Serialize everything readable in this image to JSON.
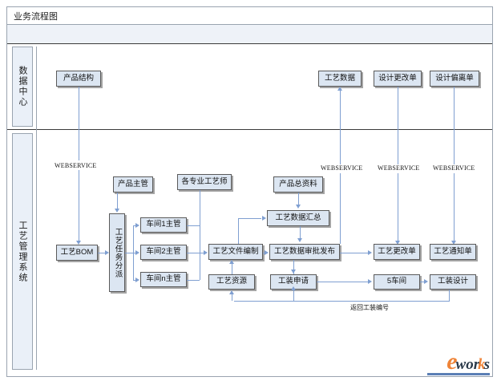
{
  "page": {
    "title": "业务流程图"
  },
  "lanes": [
    {
      "id": "data-center",
      "label": "数据中心"
    },
    {
      "id": "process-mgmt",
      "label": "工艺管理系统"
    }
  ],
  "webservice_labels": [
    {
      "id": "ws-1",
      "text": "WEBSERVICE"
    },
    {
      "id": "ws-2",
      "text": "WEBSERVICE"
    },
    {
      "id": "ws-3",
      "text": "WEBSERVICE"
    },
    {
      "id": "ws-4",
      "text": "WEBSERVICE"
    }
  ],
  "nodes": {
    "product_structure": "产品结构",
    "process_data": "工艺数据",
    "design_change_order": "设计更改单",
    "design_deviation_order": "设计偏离单",
    "product_supervisor": "产品主管",
    "specialist_engineers": "各专业工艺师",
    "product_master_data": "产品总资料",
    "process_bom": "工艺BOM",
    "task_dispatch": "工艺任务分派",
    "workshop1_supervisor": "车间1主管",
    "workshop2_supervisor": "车间2主管",
    "workshopn_supervisor": "车间n主管",
    "process_doc_prepare": "工艺文件编制",
    "process_data_summary": "工艺数据汇总",
    "process_data_approve_release": "工艺数据审批发布",
    "process_change_order": "工艺更改单",
    "process_notice_order": "工艺通知单",
    "process_resource": "工艺资源",
    "tooling_request": "工装申请",
    "workshop5": "5车间",
    "tooling_design": "工装设计"
  },
  "annotations": {
    "return_tooling_number": "返回工装编号"
  },
  "logo": {
    "e": "e",
    "works": "wor",
    "k": "k",
    "s": "s"
  },
  "colors": {
    "box_fill": "#dce6f2",
    "box_border": "#5a5a5a",
    "connector": "#7f9fd1",
    "lane_fill": "#eaf0f8",
    "frame_border": "#9aa4b0",
    "logo_orange": "#ef8438",
    "logo_dark": "#2b3a4a"
  }
}
